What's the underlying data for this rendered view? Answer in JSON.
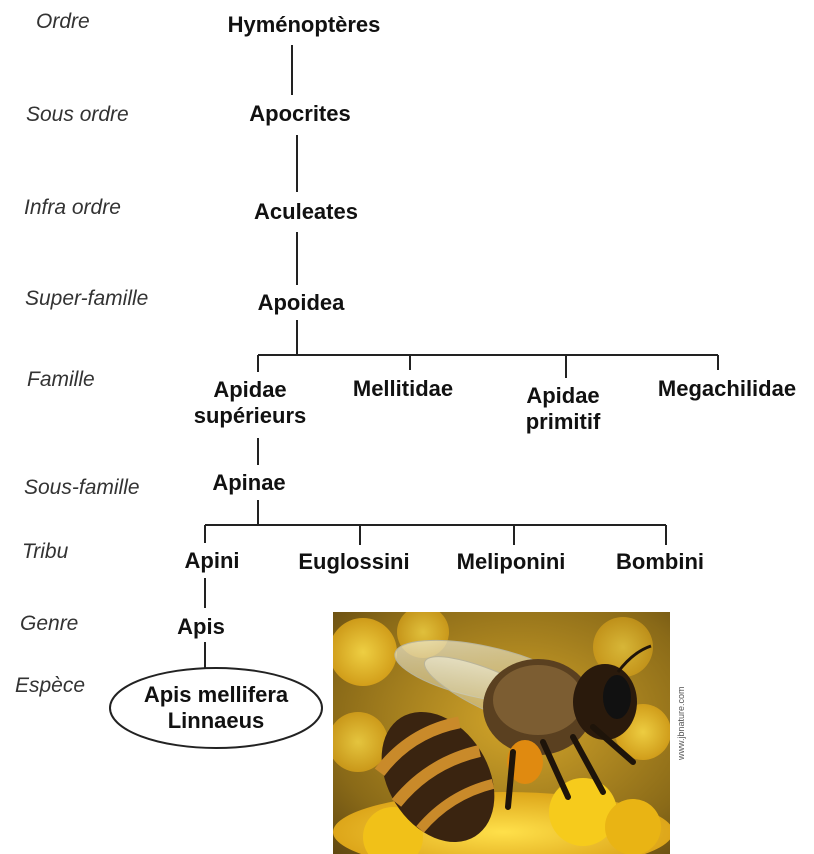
{
  "ranks": {
    "ordre": "Ordre",
    "sous_ordre": "Sous ordre",
    "infra_ordre": "Infra ordre",
    "super_famille": "Super-famille",
    "famille": "Famille",
    "sous_famille": "Sous-famille",
    "tribu": "Tribu",
    "genre": "Genre",
    "espece": "Espèce"
  },
  "taxa": {
    "ordre": "Hyménoptères",
    "sous_ordre": "Apocrites",
    "infra_ordre": "Aculeates",
    "super_famille": "Apoidea",
    "familles": [
      {
        "line1": "Apidae",
        "line2": "supérieurs"
      },
      {
        "line1": "Mellitidae",
        "line2": ""
      },
      {
        "line1": "Apidae",
        "line2": "primitif"
      },
      {
        "line1": "Megachilidae",
        "line2": ""
      }
    ],
    "sous_famille": "Apinae",
    "tribus": [
      "Apini",
      "Euglossini",
      "Meliponini",
      "Bombini"
    ],
    "genre": "Apis",
    "espece": {
      "line1": "Apis mellifera",
      "line2": "Linnaeus"
    }
  },
  "photo": {
    "credit": "www.jbnature.com",
    "colors": {
      "background": "#b58a1c",
      "flowers": "#f2c418",
      "bee_body": "#3a2410",
      "bee_stripe": "#c98a2a",
      "wing": "#e8e6d0"
    }
  }
}
